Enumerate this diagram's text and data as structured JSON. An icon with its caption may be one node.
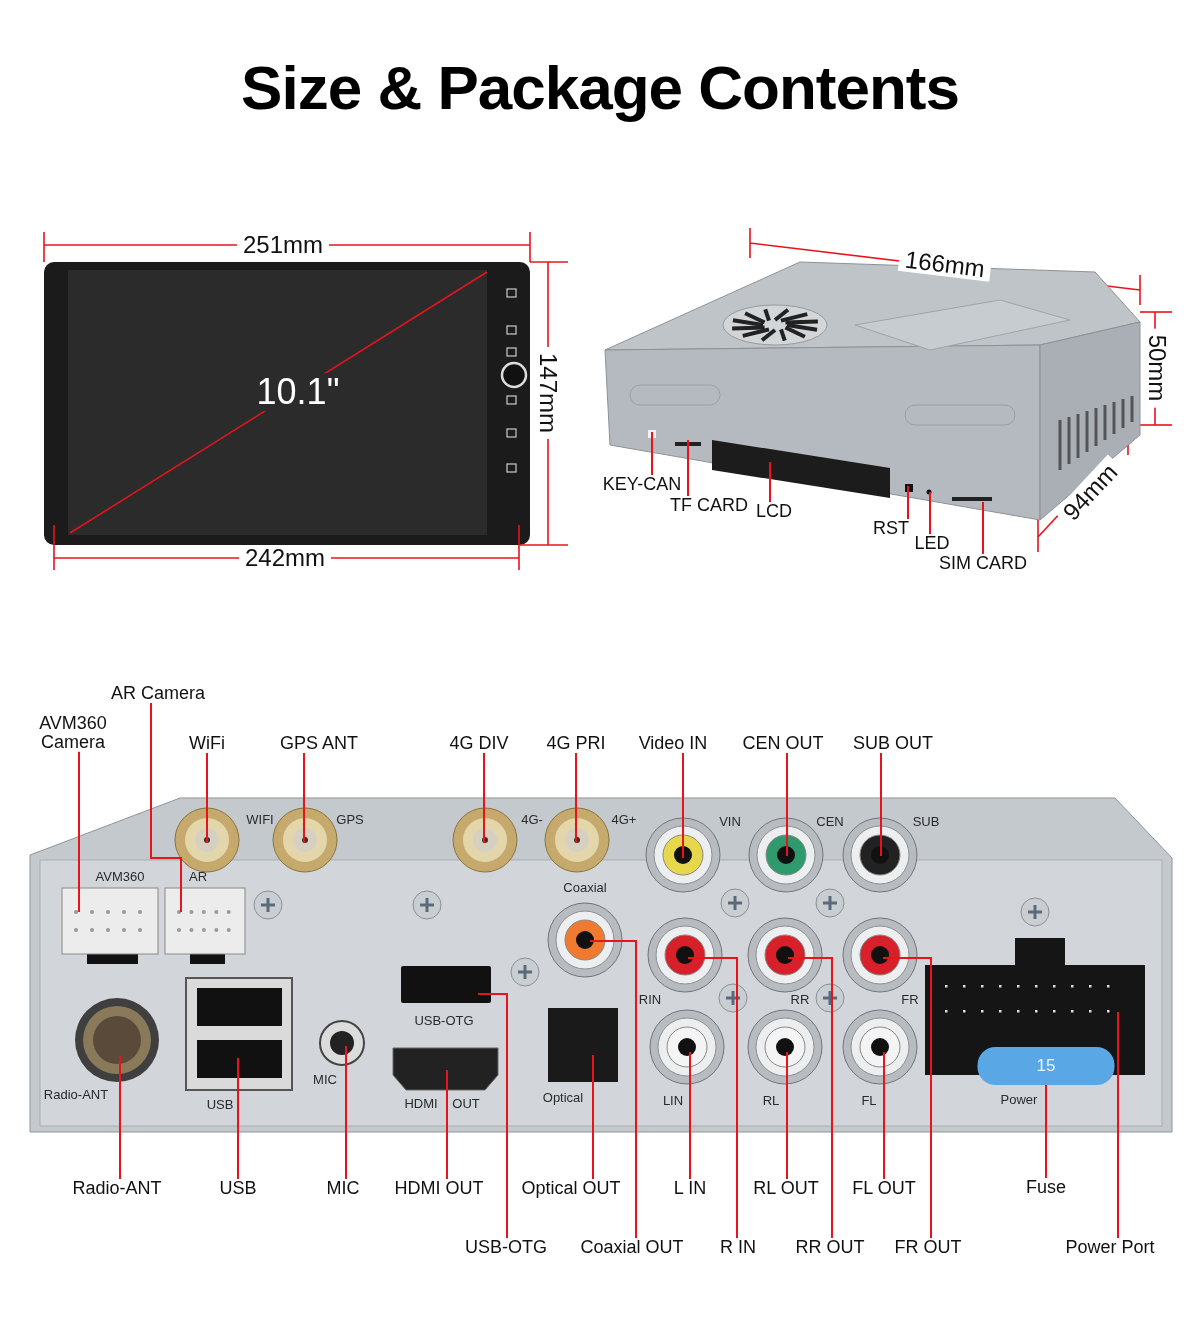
{
  "diagram": {
    "title": "Size & Package Contents",
    "nodes": [
      {
        "text": [
          "KEY-CAN"
        ]
      },
      {
        "text": [
          "TF CARD"
        ]
      },
      {
        "text": [
          "LCD"
        ]
      },
      {
        "text": [
          "RST"
        ]
      },
      {
        "text": [
          "LED"
        ]
      },
      {
        "text": [
          "SIM CARD"
        ]
      },
      {
        "text": [
          "AR Camera"
        ]
      },
      {
        "text": [
          "AVM360 Camera"
        ]
      },
      {
        "text": [
          "WiFi"
        ]
      },
      {
        "text": [
          "GPS ANT"
        ]
      },
      {
        "text": [
          "4G DIV"
        ]
      },
      {
        "text": [
          "4G PRI"
        ]
      },
      {
        "text": [
          "Video IN"
        ]
      },
      {
        "text": [
          "CEN OUT"
        ]
      },
      {
        "text": [
          "SUB OUT"
        ]
      },
      {
        "text": [
          "Radio-ANT"
        ]
      },
      {
        "text": [
          "USB"
        ]
      },
      {
        "text": [
          "MIC"
        ]
      },
      {
        "text": [
          "HDMI OUT"
        ]
      },
      {
        "text": [
          "Optical OUT"
        ]
      },
      {
        "text": [
          "L IN"
        ]
      },
      {
        "text": [
          "RL OUT"
        ]
      },
      {
        "text": [
          "FL OUT"
        ]
      },
      {
        "text": [
          "Fuse"
        ]
      },
      {
        "text": [
          "USB-OTG"
        ]
      },
      {
        "text": [
          "Coaxial OUT"
        ]
      },
      {
        "text": [
          "R IN"
        ]
      },
      {
        "text": [
          "RR OUT"
        ]
      },
      {
        "text": [
          "FR OUT"
        ]
      },
      {
        "text": [
          "Power Port"
        ]
      },
      {
        "text": [
          "15"
        ]
      }
    ],
    "edges": [
      {
        "from": 0,
        "to": null,
        "arrow": "none"
      },
      {
        "from": 1,
        "to": null,
        "arrow": "none"
      },
      {
        "from": 2,
        "to": null,
        "arrow": "none"
      },
      {
        "from": 3,
        "to": null,
        "arrow": "none"
      },
      {
        "from": 4,
        "to": null,
        "arrow": "none"
      },
      {
        "from": 5,
        "to": null,
        "arrow": "none"
      },
      {
        "from": 6,
        "to": null,
        "arrow": "none"
      },
      {
        "from": 7,
        "to": null,
        "arrow": "none"
      },
      {
        "from": 8,
        "to": null,
        "arrow": "none"
      },
      {
        "from": 9,
        "to": null,
        "arrow": "none"
      },
      {
        "from": 10,
        "to": null,
        "arrow": "none"
      },
      {
        "from": 11,
        "to": null,
        "arrow": "none"
      },
      {
        "from": 12,
        "to": null,
        "arrow": "none"
      },
      {
        "from": 13,
        "to": null,
        "arrow": "none"
      },
      {
        "from": 14,
        "to": null,
        "arrow": "none"
      },
      {
        "from": 15,
        "to": null,
        "arrow": "none"
      },
      {
        "from": 16,
        "to": null,
        "arrow": "none"
      },
      {
        "from": 17,
        "to": null,
        "arrow": "none"
      },
      {
        "from": 18,
        "to": null,
        "arrow": "none"
      },
      {
        "from": 19,
        "to": null,
        "arrow": "none"
      },
      {
        "from": 20,
        "to": null,
        "arrow": "none"
      },
      {
        "from": 21,
        "to": null,
        "arrow": "none"
      },
      {
        "from": 22,
        "to": null,
        "arrow": "none"
      },
      {
        "from": 23,
        "to": 30,
        "arrow": "none"
      },
      {
        "from": 24,
        "to": null,
        "arrow": "none"
      },
      {
        "from": 25,
        "to": null,
        "arrow": "none"
      },
      {
        "from": 26,
        "to": null,
        "arrow": "none"
      },
      {
        "from": 27,
        "to": null,
        "arrow": "none"
      },
      {
        "from": 28,
        "to": null,
        "arrow": "none"
      },
      {
        "from": 29,
        "to": null,
        "arrow": "none"
      }
    ],
    "labels": [
      "251mm",
      "10.1\"",
      "147mm",
      "242mm",
      "166mm",
      "50mm",
      "94mm",
      "WIFI",
      "GPS",
      "4G-",
      "4G+",
      "VIN",
      "CEN",
      "SUB",
      "AVM360",
      "AR",
      "Coaxial",
      "RIN",
      "RR",
      "FR",
      "USB-OTG",
      "MIC",
      "Radio-ANT",
      "USB",
      "HDMI",
      "OUT",
      "Optical",
      "LIN",
      "RL",
      "FL",
      "Power"
    ]
  }
}
